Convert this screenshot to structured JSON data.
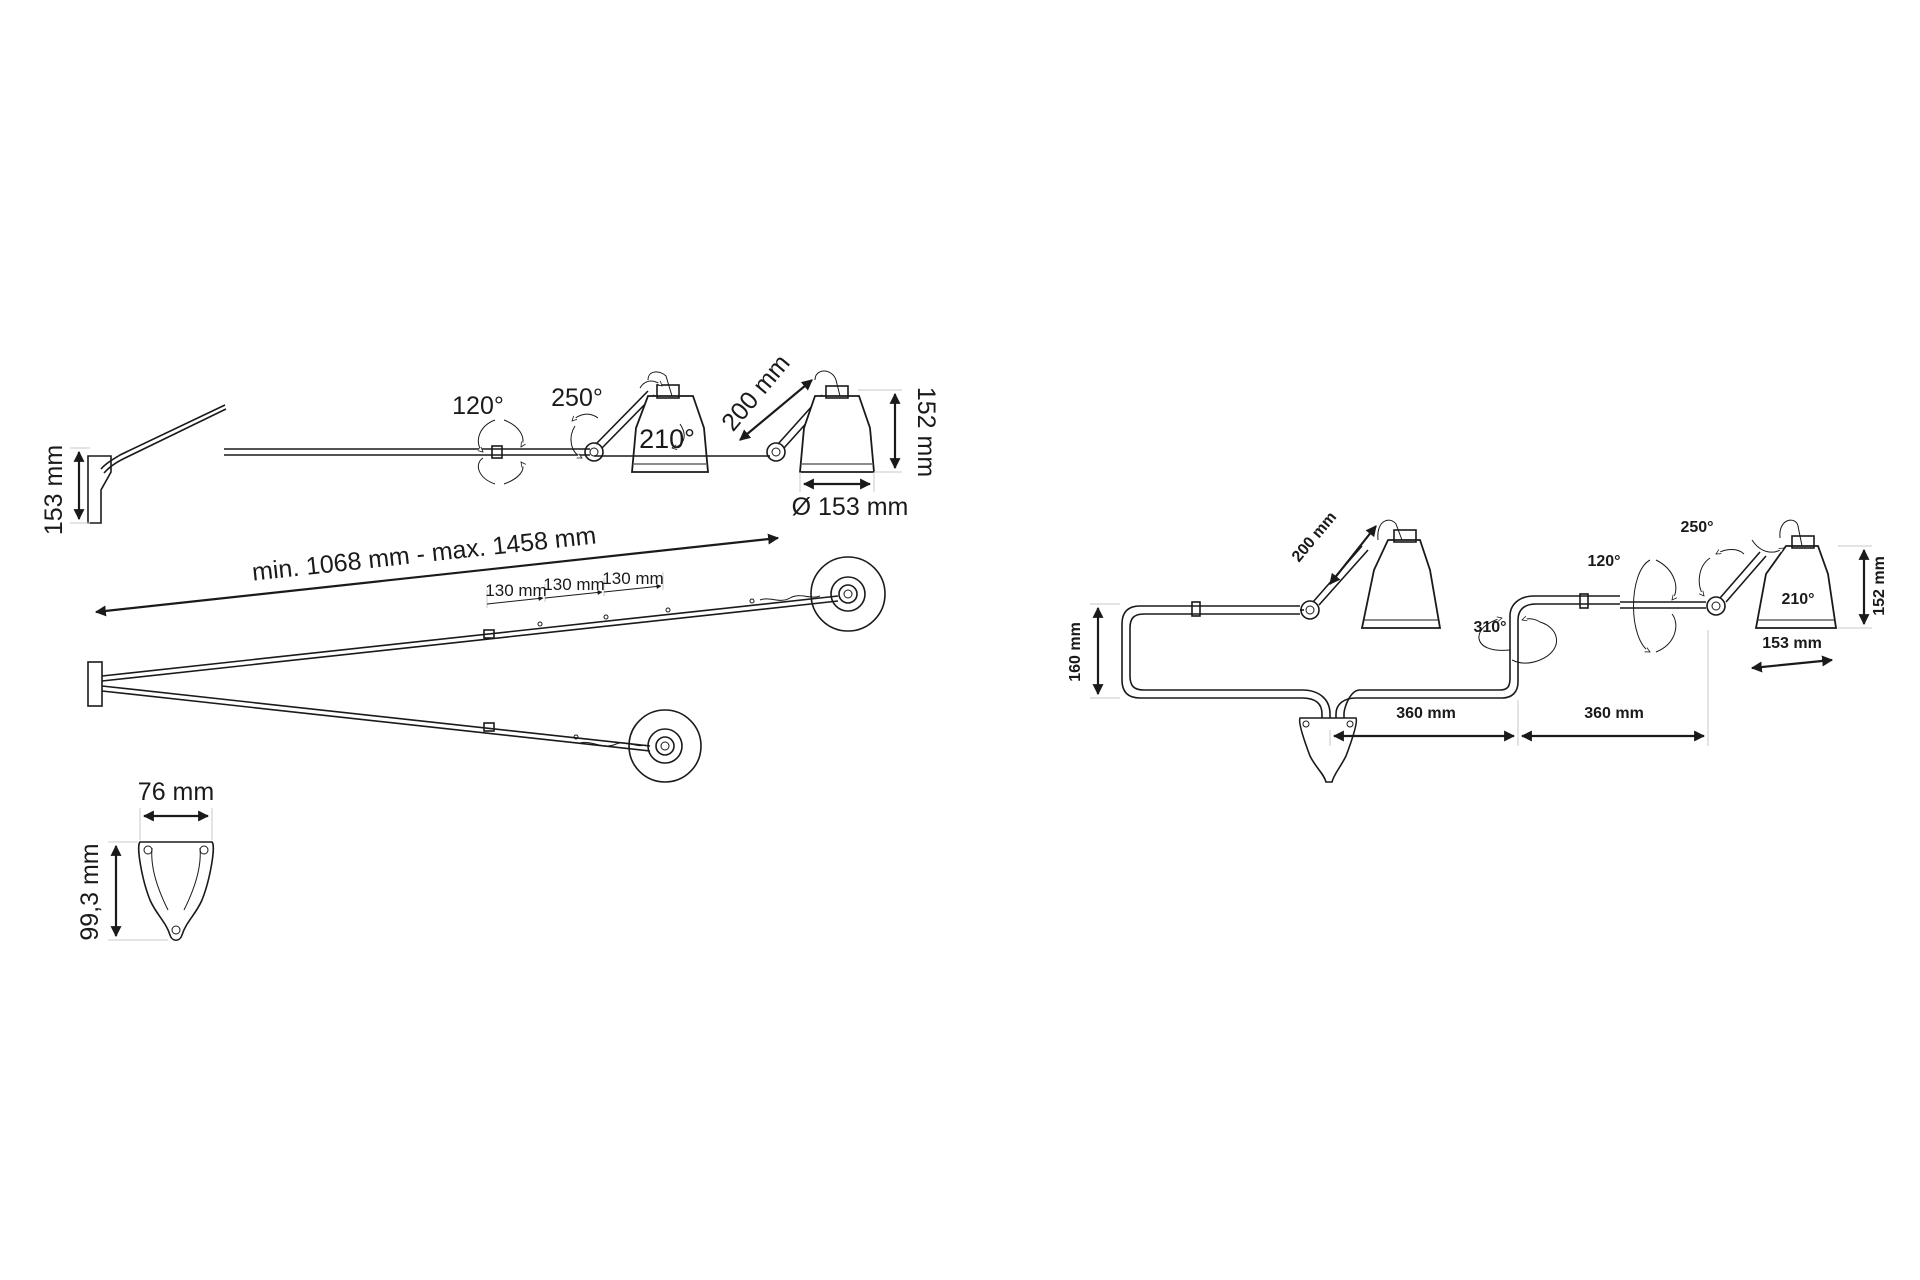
{
  "diagram_left": {
    "wall_height": "153 mm",
    "rotation_base": "120°",
    "rotation_joint": "250°",
    "rotation_shade": "210°",
    "arm_length": "200 mm",
    "shade_height": "152 mm",
    "shade_diameter": "Ø 153 mm",
    "reach": "min. 1068 mm - max. 1458 mm",
    "extension_steps": [
      "130 mm",
      "130 mm",
      "130 mm"
    ],
    "base_width": "76 mm",
    "base_height": "99,3 mm"
  },
  "diagram_right": {
    "base_height": "160 mm",
    "arm_length": "200 mm",
    "rotation_base": "120°",
    "rotation_joint": "250°",
    "rotation_shade": "210°",
    "rotation_swivel": "310°",
    "shade_height": "152 mm",
    "shade_diameter": "153 mm",
    "segment_left": "360 mm",
    "segment_right": "360 mm"
  },
  "colors": {
    "line": "#1a1a1a",
    "extension_line": "#c8c8c8",
    "background": "#ffffff"
  }
}
